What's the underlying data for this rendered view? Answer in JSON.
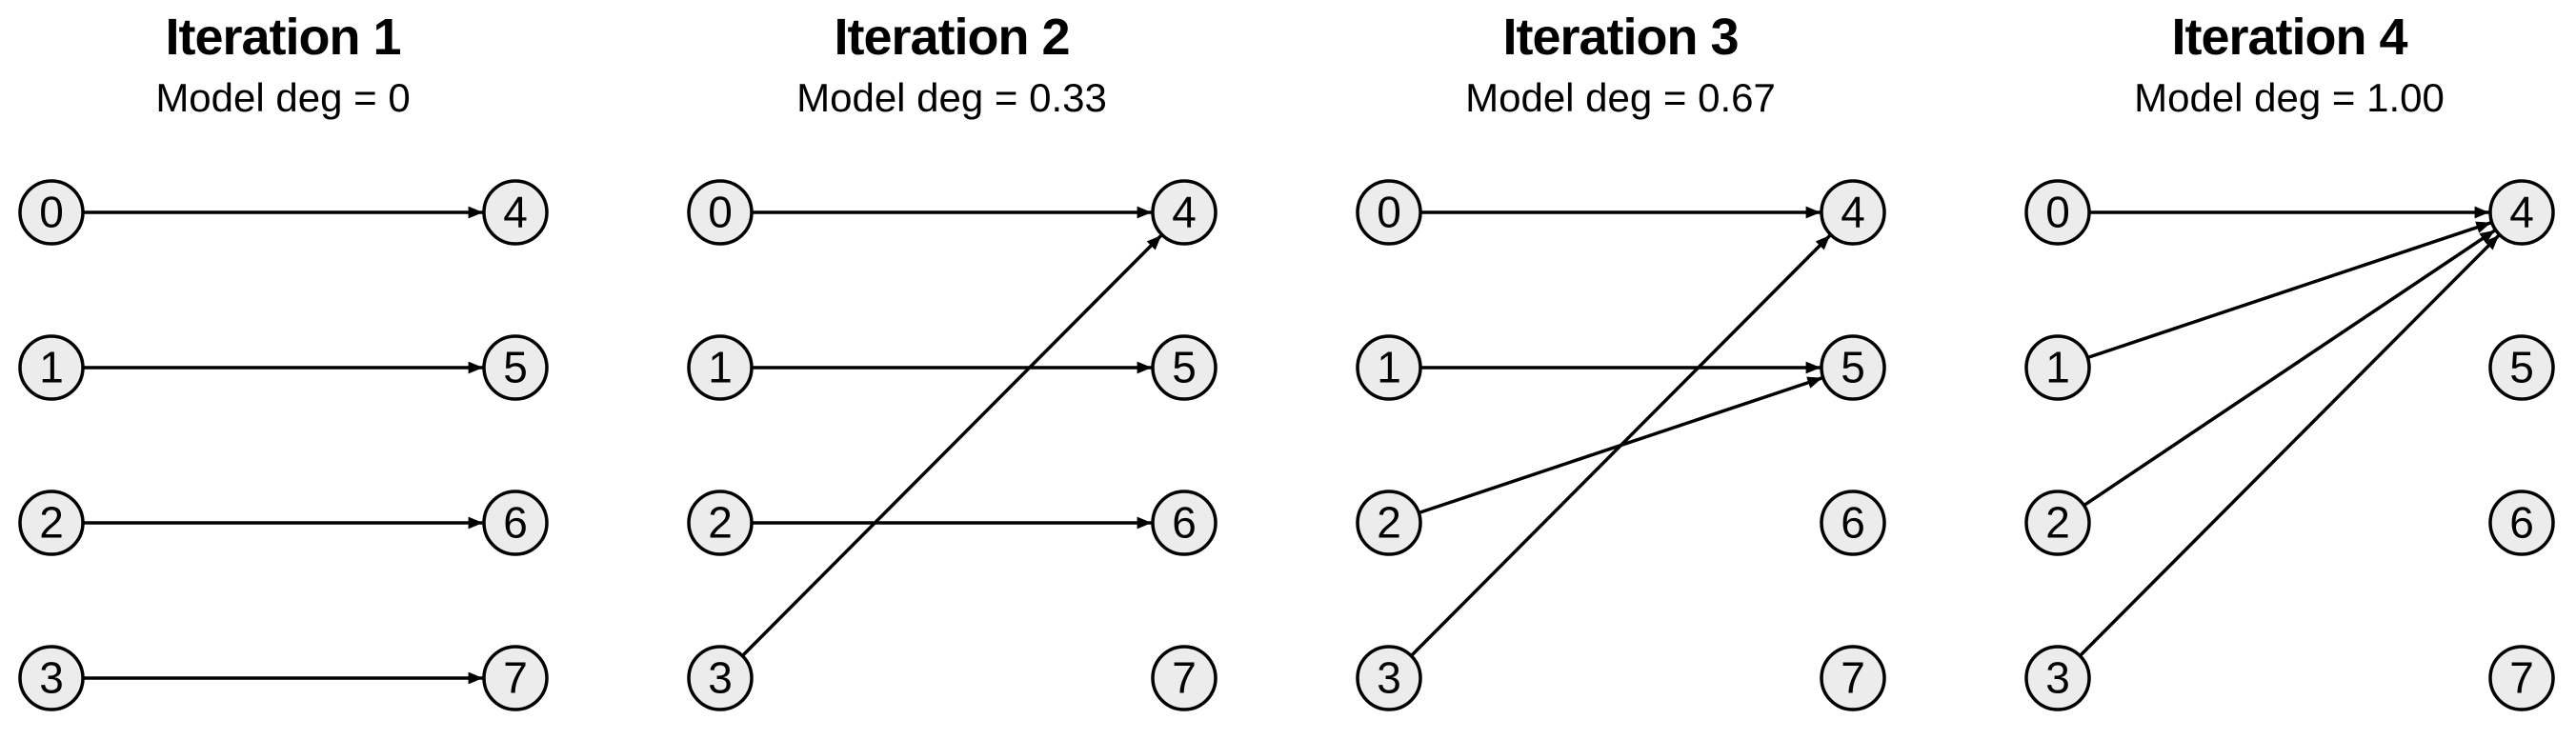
{
  "figure": {
    "background_color": "#ffffff",
    "node_fill_color": "#ececec",
    "node_border_color": "#000000",
    "edge_color": "#000000",
    "text_color": "#000000"
  },
  "panels": [
    {
      "title": "Iteration 1",
      "subtitle": "Model deg = 0",
      "model_degree": 0,
      "graph": {
        "type": "directed-bipartite",
        "left_nodes": [
          "0",
          "1",
          "2",
          "3"
        ],
        "right_nodes": [
          "4",
          "5",
          "6",
          "7"
        ],
        "edges": [
          [
            0,
            4
          ],
          [
            1,
            5
          ],
          [
            2,
            6
          ],
          [
            3,
            7
          ]
        ]
      }
    },
    {
      "title": "Iteration 2",
      "subtitle": "Model deg = 0.33",
      "model_degree": 0.33,
      "graph": {
        "type": "directed-bipartite",
        "left_nodes": [
          "0",
          "1",
          "2",
          "3"
        ],
        "right_nodes": [
          "4",
          "5",
          "6",
          "7"
        ],
        "edges": [
          [
            0,
            4
          ],
          [
            1,
            5
          ],
          [
            2,
            6
          ],
          [
            3,
            4
          ]
        ]
      }
    },
    {
      "title": "Iteration 3",
      "subtitle": "Model deg = 0.67",
      "model_degree": 0.67,
      "graph": {
        "type": "directed-bipartite",
        "left_nodes": [
          "0",
          "1",
          "2",
          "3"
        ],
        "right_nodes": [
          "4",
          "5",
          "6",
          "7"
        ],
        "edges": [
          [
            0,
            4
          ],
          [
            1,
            5
          ],
          [
            2,
            5
          ],
          [
            3,
            4
          ]
        ]
      }
    },
    {
      "title": "Iteration 4",
      "subtitle": "Model deg = 1.00",
      "model_degree": 1.0,
      "graph": {
        "type": "directed-bipartite",
        "left_nodes": [
          "0",
          "1",
          "2",
          "3"
        ],
        "right_nodes": [
          "4",
          "5",
          "6",
          "7"
        ],
        "edges": [
          [
            0,
            4
          ],
          [
            1,
            4
          ],
          [
            2,
            4
          ],
          [
            3,
            4
          ]
        ]
      }
    }
  ]
}
